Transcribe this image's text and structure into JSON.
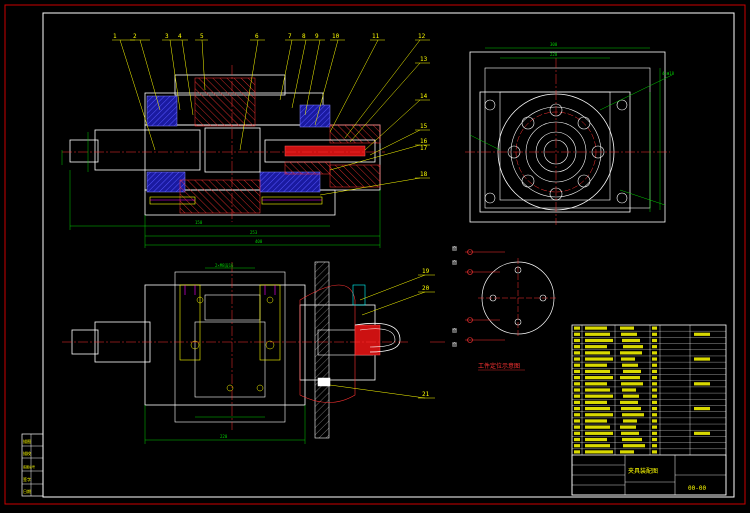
{
  "drawing": {
    "code": "00-00",
    "title_block_name": "夹具装配图",
    "side_stamp_labels": [
      "描图",
      "描校",
      "底图总号",
      "签字",
      "日期"
    ],
    "balloons_top": [
      "1",
      "2",
      "3",
      "4",
      "5",
      "6",
      "7",
      "8",
      "9",
      "10",
      "11",
      "12",
      "13",
      "14",
      "15",
      "16",
      "17",
      "18"
    ],
    "balloons_bottom": [
      "19",
      "20",
      "21"
    ],
    "locating_note": "工件定位示意图",
    "colors": {
      "background": "#000000",
      "frame": "#cc0000",
      "outline": "#ffffff",
      "centerline": "#ff3333",
      "leader": "#ffff00",
      "dimension": "#00cc00",
      "section_fill": "#2222cc",
      "magenta": "#ff00ff",
      "cyan": "#00ffff"
    }
  }
}
